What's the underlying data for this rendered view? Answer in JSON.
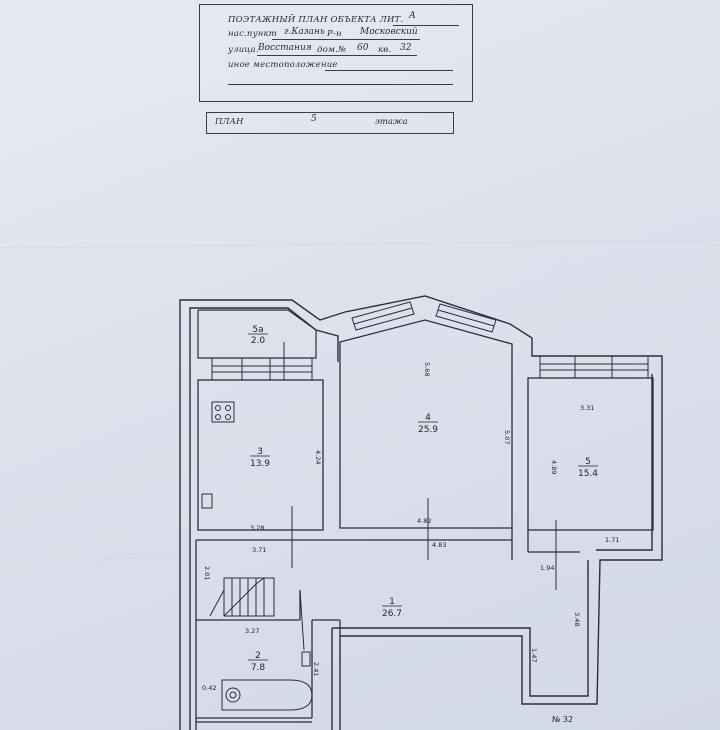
{
  "header": {
    "line1_label": "ПОЭТАЖНЫЙ ПЛАН ОБЪЕКТА ЛИТ.",
    "line1_value": "А",
    "line2_label1": "нас.пункт",
    "line2_city": "г.Казань",
    "line2_label2": "Р-н",
    "line2_district": "Московский",
    "line3_label1": "улица.",
    "line3_street": "Восстания",
    "line3_label2": "дом.№",
    "line3_house": "60",
    "line3_label3": "кв.",
    "line3_flat": "32",
    "line4_label": "иное местоположение"
  },
  "plan_box": {
    "label": "ПЛАН",
    "floor": "5",
    "suffix": "этажа"
  },
  "rooms": [
    {
      "id": "5a",
      "number": "5а",
      "area": "2.0"
    },
    {
      "id": "3",
      "number": "3",
      "area": "13.9"
    },
    {
      "id": "4",
      "number": "4",
      "area": "25.9"
    },
    {
      "id": "5",
      "number": "5",
      "area": "15.4"
    },
    {
      "id": "1",
      "number": "1",
      "area": "26.7"
    },
    {
      "id": "2",
      "number": "2",
      "area": "7.8"
    }
  ],
  "dimensions": {
    "d568": "5.68",
    "d507": "5.07",
    "d331": "3.31",
    "d489": "4.89",
    "d424": "4.24",
    "d328": "3.28",
    "d482": "4.82",
    "d483": "4.83",
    "d371": "3.71",
    "d171": "1.71",
    "d194": "1.94",
    "d201": "2.01",
    "d348": "3.48",
    "d327": "3.27",
    "d241": "2.41",
    "d147": "1.47",
    "d042": "0.42"
  },
  "flat_mark": "№ 32"
}
